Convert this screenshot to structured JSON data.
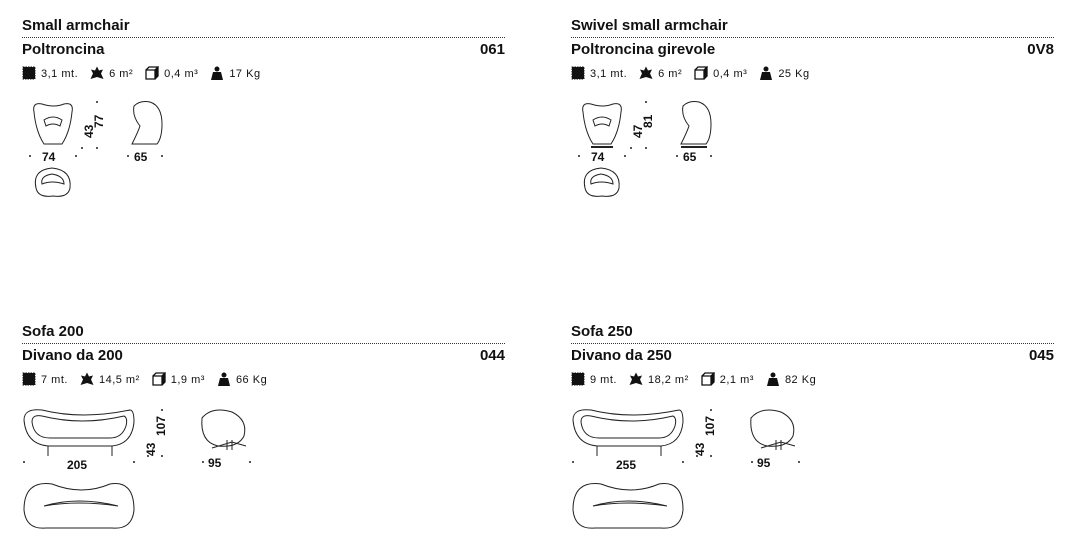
{
  "products": [
    {
      "title": "Small armchair",
      "subtitle": "Poltroncina",
      "code": "061",
      "fabric": "3,1 mt.",
      "leather": "6 m²",
      "volume": "0,4 m³",
      "weight": "17 Kg",
      "width": "74",
      "depth": "65",
      "seat_height": "43",
      "height": "77"
    },
    {
      "title": "Swivel small armchair",
      "subtitle": "Poltroncina girevole",
      "code": "0V8",
      "fabric": "3,1 mt.",
      "leather": "6 m²",
      "volume": "0,4 m³",
      "weight": "25 Kg",
      "width": "74",
      "depth": "65",
      "seat_height": "47",
      "height": "81"
    },
    {
      "title": "Sofa 200",
      "subtitle": "Divano da 200",
      "code": "044",
      "fabric": "7 mt.",
      "leather": "14,5 m²",
      "volume": "1,9 m³",
      "weight": "66 Kg",
      "width": "205",
      "depth": "95",
      "seat_height": "43",
      "height": "107"
    },
    {
      "title": "Sofa 250",
      "subtitle": "Divano da 250",
      "code": "045",
      "fabric": "9 mt.",
      "leather": "18,2 m²",
      "volume": "2,1 m³",
      "weight": "82 Kg",
      "width": "255",
      "depth": "95",
      "seat_height": "43",
      "height": "107"
    }
  ],
  "icons": [
    "fabric-icon",
    "leather-icon",
    "volume-icon",
    "weight-icon"
  ]
}
